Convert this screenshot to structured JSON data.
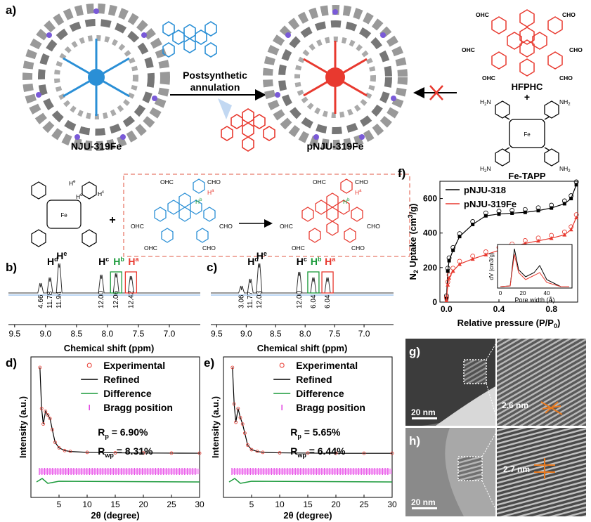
{
  "panels": {
    "a": "a)",
    "b": "b)",
    "c": "c)",
    "d": "d)",
    "e": "e)",
    "f": "f)",
    "g": "g)",
    "h": "h)"
  },
  "panel_a": {
    "left_name": "NJU-319Fe",
    "right_name": "pNJU-319Fe",
    "arrow_label_1": "Postsynthetic",
    "arrow_label_2": "annulation",
    "reagent_1": "HFPHC",
    "plus": "+",
    "reagent_2": "Fe-TAPP",
    "cho": "CHO",
    "ohc": "OHC",
    "nh2": "NH",
    "h2n": "H",
    "two": "2",
    "n_label": "N",
    "fe_label": "Fe",
    "colors": {
      "blue": "#2a8fd6",
      "red": "#e8392f",
      "gray": "#8a8a8a",
      "purple": "#7a5ad8"
    }
  },
  "scheme": {
    "H_e": "H",
    "H_d": "H",
    "H_c": "H",
    "H_a": "H",
    "H_b": "H",
    "sup_e": "e",
    "sup_d": "d",
    "sup_c": "c",
    "sup_a": "a",
    "sup_b": "b",
    "plus": "+",
    "cho": "CHO",
    "ohc": "OHC"
  },
  "nmr_b": {
    "peaks": [
      {
        "label": "H",
        "sup": "d",
        "color": "#000000"
      },
      {
        "label": "H",
        "sup": "e",
        "color": "#000000"
      },
      {
        "label": "H",
        "sup": "c",
        "color": "#000000"
      },
      {
        "label": "H",
        "sup": "b",
        "color": "#1a9a3a"
      },
      {
        "label": "H",
        "sup": "a",
        "color": "#e8392f"
      }
    ],
    "integrals": [
      "4.66",
      "11.78",
      "11.94",
      "12.00",
      "12.06",
      "12.42"
    ],
    "ticks": [
      "9.5",
      "9.0",
      "8.5",
      "8.0",
      "7.5",
      "7.0"
    ],
    "xlabel": "Chemical shift (ppm)"
  },
  "nmr_c": {
    "integrals": [
      "3.06",
      "11.77",
      "12.03",
      "12.00",
      "6.04",
      "6.04"
    ],
    "ticks": [
      "9.5",
      "9.0",
      "8.5",
      "8.0",
      "7.5",
      "7.0"
    ],
    "xlabel": "Chemical shift (ppm)"
  },
  "chart_data": [
    {
      "type": "line",
      "panel": "d",
      "title": "",
      "xlabel": "2θ (degree)",
      "ylabel": "Intensity (a.u.)",
      "xlim": [
        0,
        30
      ],
      "x_ticks": [
        "5",
        "10",
        "15",
        "20",
        "25",
        "30"
      ],
      "legend": [
        "Experimental",
        "Refined",
        "Difference",
        "Bragg position"
      ],
      "legend_position": "top-right",
      "annotations": [
        "R",
        "p",
        " = 6.90%",
        "R",
        "wp",
        " = 8.31%"
      ],
      "series": [
        {
          "name": "Experimental",
          "x": [
            1.6,
            1.9,
            2.2,
            2.6,
            3.0,
            3.4,
            3.8,
            4.3,
            5.0,
            6.0,
            7.0,
            10,
            15,
            20,
            25,
            30
          ],
          "y": [
            100,
            55,
            38,
            52,
            48,
            44,
            32,
            18,
            12,
            9,
            8,
            7,
            6.5,
            6.3,
            6.2,
            6.1
          ]
        }
      ]
    },
    {
      "type": "line",
      "panel": "e",
      "title": "",
      "xlabel": "2θ (degree)",
      "ylabel": "Intensity (a.u.)",
      "xlim": [
        0,
        30
      ],
      "x_ticks": [
        "5",
        "10",
        "15",
        "20",
        "25",
        "30"
      ],
      "legend": [
        "Experimental",
        "Refined",
        "Difference",
        "Bragg position"
      ],
      "legend_position": "top-right",
      "annotations": [
        "R",
        "p",
        " = 5.65%",
        "R",
        "wp",
        " = 6.44%"
      ],
      "series": [
        {
          "name": "Experimental",
          "x": [
            1.6,
            1.9,
            2.2,
            2.6,
            3.0,
            3.4,
            3.8,
            4.3,
            5.0,
            6.0,
            7.0,
            10,
            15,
            20,
            25,
            30
          ],
          "y": [
            100,
            60,
            40,
            55,
            45,
            38,
            28,
            15,
            10,
            8,
            7,
            6.5,
            6.2,
            6.0,
            6.0,
            6.0
          ]
        }
      ]
    },
    {
      "type": "line",
      "panel": "f",
      "title": "",
      "xlabel": "Relative pressure (P/P0)",
      "ylabel": "N2 Uptake (cm3/g)",
      "xlim": [
        -0.05,
        1.0
      ],
      "ylim": [
        0,
        700
      ],
      "x_ticks": [
        "0.0",
        "0.4",
        "0.8"
      ],
      "y_ticks": [
        "0",
        "200",
        "400",
        "600"
      ],
      "legend_position": "top-left",
      "series": [
        {
          "name": "pNJU-318",
          "x": [
            0,
            0.01,
            0.02,
            0.05,
            0.1,
            0.2,
            0.3,
            0.4,
            0.5,
            0.6,
            0.7,
            0.8,
            0.9,
            0.95,
            0.99
          ],
          "y": [
            20,
            180,
            240,
            300,
            380,
            450,
            500,
            510,
            515,
            520,
            530,
            545,
            570,
            600,
            680
          ]
        },
        {
          "name": "pNJU-319Fe",
          "x": [
            0,
            0.01,
            0.02,
            0.05,
            0.1,
            0.2,
            0.3,
            0.4,
            0.5,
            0.6,
            0.7,
            0.8,
            0.9,
            0.95,
            0.99
          ],
          "y": [
            10,
            100,
            140,
            180,
            220,
            250,
            275,
            300,
            320,
            340,
            355,
            370,
            390,
            420,
            490
          ]
        }
      ]
    }
  ],
  "inset_f": {
    "xlabel": "Pore width (Å)",
    "ylabel": "dV (cm3/g)",
    "x_ticks": [
      "0",
      "20",
      "40"
    ]
  },
  "tem": {
    "g_scale": "20 nm",
    "g_spacing": "2.6 nm",
    "h_scale": "20 nm",
    "h_spacing": "2.7 nm"
  }
}
